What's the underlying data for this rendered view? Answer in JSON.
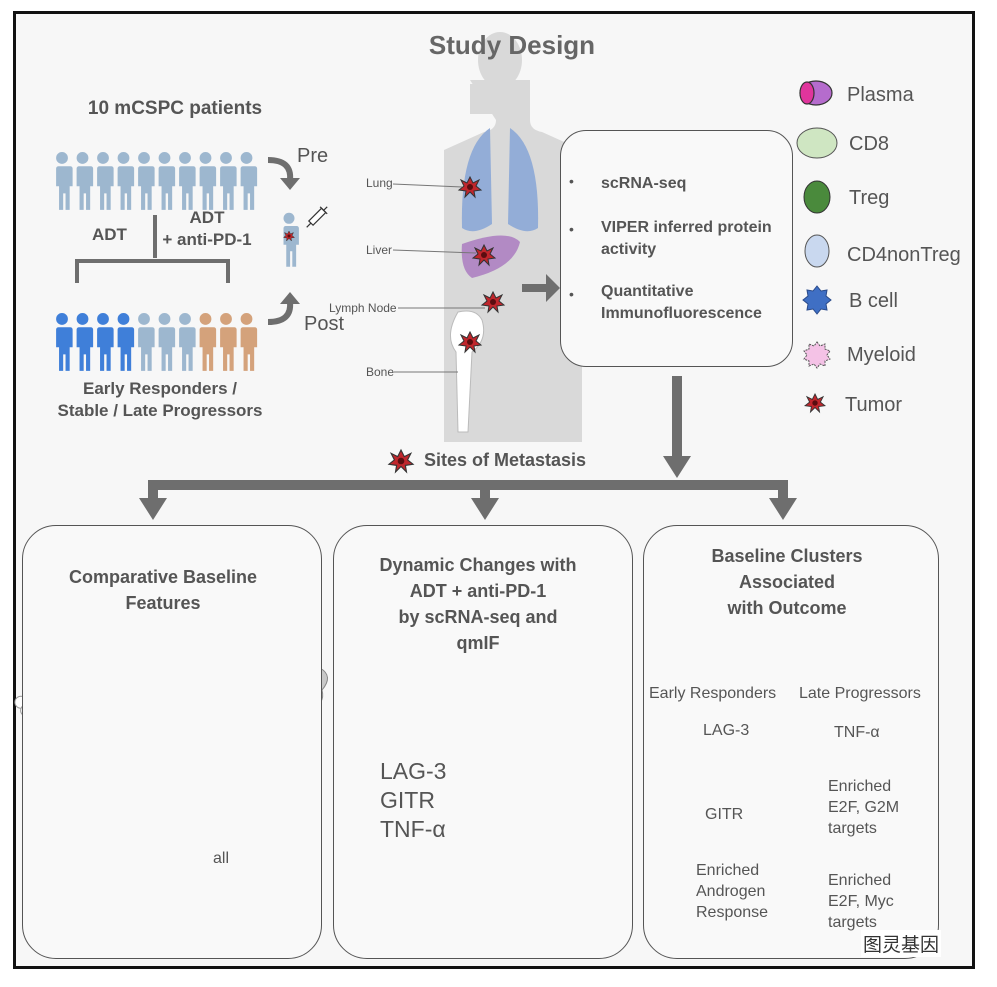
{
  "title": "Study Design",
  "patients": {
    "header": "10 mCSPC patients",
    "pre_label": "Pre",
    "post_label": "Post",
    "adt_label": "ADT",
    "adt_pd1_label": "ADT\n+ anti-PD-1",
    "outcomes_label": "Early Responders /\nStable / Late Progressors"
  },
  "organs": {
    "lung": "Lung",
    "liver": "Liver",
    "lymph_node": "Lymph Node",
    "bone": "Bone"
  },
  "methods": {
    "items": [
      "scRNA-seq",
      "VIPER inferred protein\nactivity",
      "Quantitative\nImmunofluorescence"
    ],
    "bullet": "•"
  },
  "legend": {
    "items": [
      {
        "label": "Plasma",
        "icon": "plasma-cell-icon"
      },
      {
        "label": "CD8",
        "icon": "cd8-cell-icon"
      },
      {
        "label": "Treg",
        "icon": "treg-cell-icon"
      },
      {
        "label": "CD4nonTreg",
        "icon": "cd4nontreg-cell-icon"
      },
      {
        "label": "B cell",
        "icon": "b-cell-icon"
      },
      {
        "label": "Myeloid",
        "icon": "myeloid-cell-icon"
      },
      {
        "label": "Tumor",
        "icon": "tumor-cell-icon"
      }
    ]
  },
  "metastasis_label": "Sites of Metastasis",
  "panel1": {
    "title": "Comparative Baseline\nFeatures",
    "all_label": "all"
  },
  "panel2": {
    "title": "Dynamic Changes with\nADT + anti-PD-1\nby scRNA-seq and\nqmIF",
    "markers": "LAG-3\nGITR\nTNF-α"
  },
  "panel3": {
    "title": "Baseline Clusters\nAssociated\nwith Outcome",
    "early_label": "Early Responders",
    "late_label": "Late Progressors",
    "lag3": "LAG-3",
    "tnfa": "TNF-α",
    "gitr": "GITR",
    "e2f_g2m": "Enriched\nE2F, G2M\ntargets",
    "androgen": "Enriched\nAndrogen\nResponse",
    "e2f_myc": "Enriched\nE2F, Myc\ntargets"
  },
  "watermark": "图灵基因",
  "colors": {
    "gray_person": "#9db7cf",
    "blue_person": "#3f7fd9",
    "tan_person": "#d4a27b",
    "arrow": "#6e6e6e",
    "plasma": "#b56ccd",
    "cd8": "#cfe6c2",
    "treg": "#4a8a3c",
    "cd4": "#c9d8ef",
    "bcell": "#3f6fc4",
    "myeloid": "#f4c2e6",
    "tumor": "#c0262c"
  }
}
